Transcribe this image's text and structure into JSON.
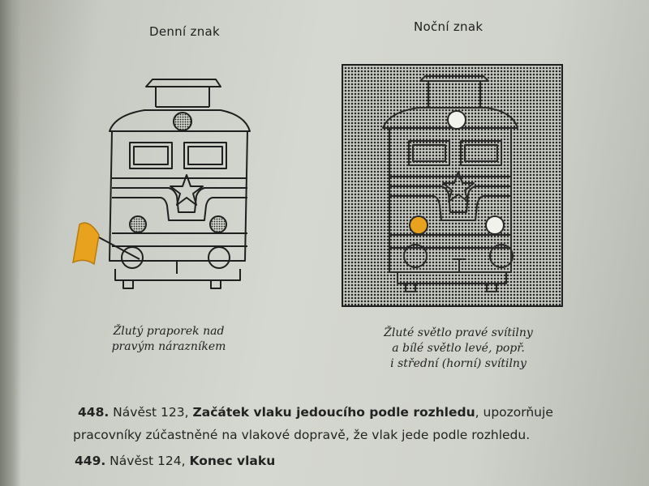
{
  "figures": {
    "day": {
      "title": "Denní znak",
      "caption_lines": [
        "Žlutý praporek nad",
        "pravým nárazníkem"
      ]
    },
    "night": {
      "title": "Noční znak",
      "caption_lines": [
        "Žluté světlo pravé svítilny",
        "a bílé světlo levé, popř.",
        "i střední (horní) svítilny"
      ]
    }
  },
  "colors": {
    "ink": "#1f1f1f",
    "signal_yellow": "#e8a21e",
    "paper": "#d2d5cd",
    "dots_bg": "#b9bbb4"
  },
  "paragraphs": {
    "p448": {
      "number": "448.",
      "text_a": " Návěst 123, ",
      "bold": "Začátek vlaku jedoucího podle rozhledu",
      "text_b": ", upozorňuje",
      "line2": "pracovníky zúčastněné na vlakové dopravě, že vlak jede podle rozhledu."
    },
    "p449": {
      "number": "449.",
      "text_a": " Návěst 124, ",
      "bold": "Konec vlaku"
    }
  }
}
